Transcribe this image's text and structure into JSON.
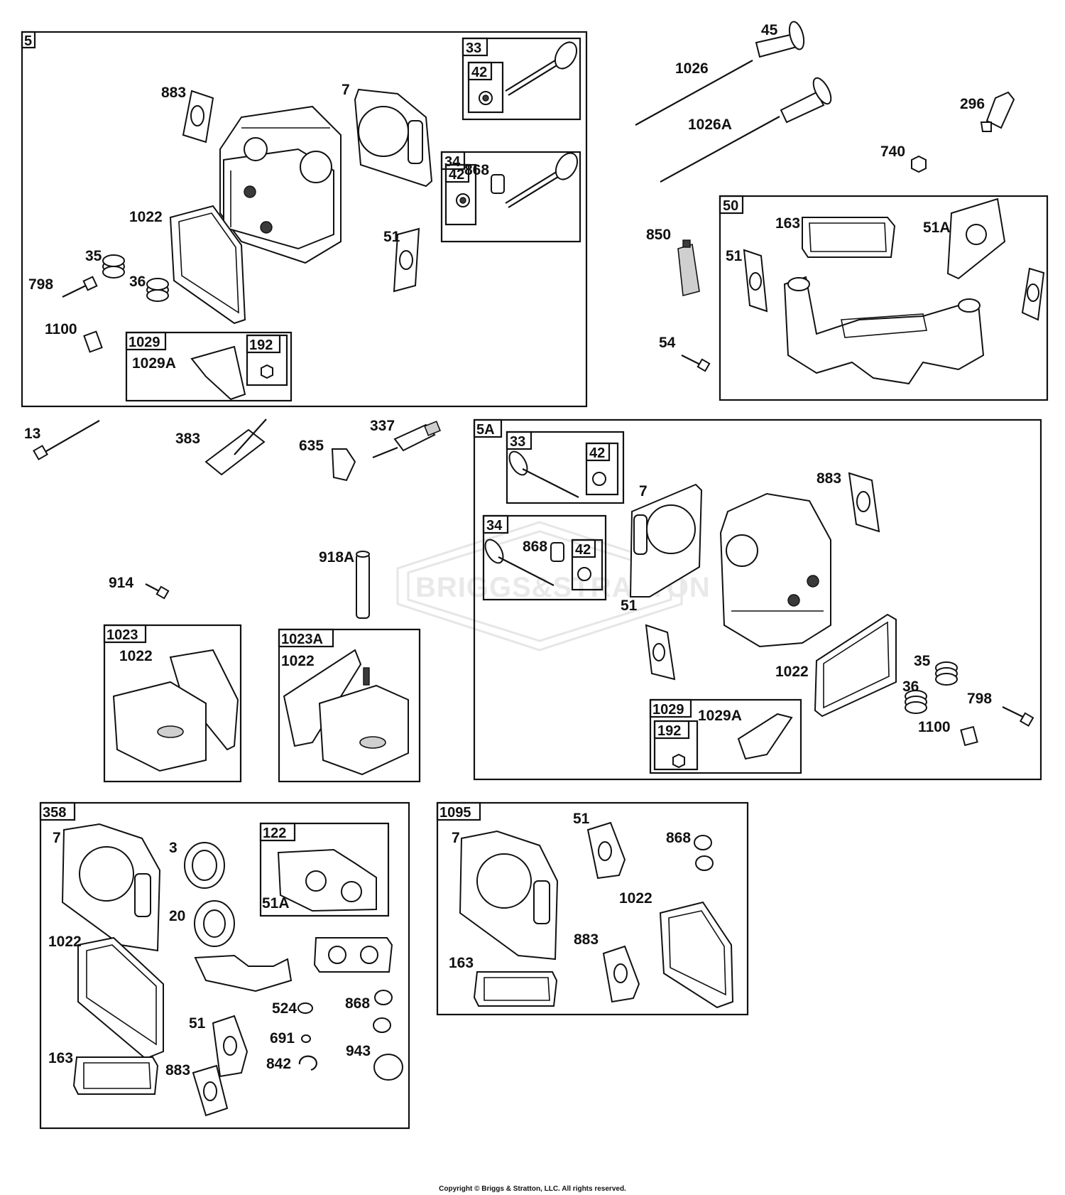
{
  "watermark": {
    "text": "BRIGGS&STRATTON"
  },
  "copyright": "Copyright © Briggs & Stratton, LLC. All rights reserved.",
  "groups": {
    "g5": "5",
    "g33": "33",
    "g42a": "42",
    "g34": "34",
    "g42b": "42",
    "g1029": "1029",
    "g192": "192",
    "g50": "50",
    "g5A": "5A",
    "g33b": "33",
    "g42c": "42",
    "g34b": "34",
    "g42d": "42",
    "g1029b": "1029",
    "g192b": "192",
    "g1023": "1023",
    "g1023A": "1023A",
    "g358": "358",
    "g122": "122",
    "g1095": "1095"
  },
  "labels": {
    "l883a": "883",
    "l7a": "7",
    "l868a": "868",
    "l1022a": "1022",
    "l51a": "51",
    "l35a": "35",
    "l36a": "36",
    "l798a": "798",
    "l1100a": "1100",
    "l1029Aa": "1029A",
    "l45": "45",
    "l1026": "1026",
    "l1026A": "1026A",
    "l296": "296",
    "l740": "740",
    "l850": "850",
    "l163a": "163",
    "l51Aa": "51A",
    "l51b": "51",
    "l54": "54",
    "l13": "13",
    "l383": "383",
    "l635": "635",
    "l337": "337",
    "l914": "914",
    "l918A": "918A",
    "l1022b": "1022",
    "l1022c": "1022",
    "l7b": "7",
    "l883b": "883",
    "l868b": "868",
    "l51c": "51",
    "l1022d": "1022",
    "l35b": "35",
    "l36b": "36",
    "l798b": "798",
    "l1100b": "1100",
    "l1029Ab": "1029A",
    "l7c": "7",
    "l3": "3",
    "l20": "20",
    "l1022e": "1022",
    "l51Ab": "51A",
    "l524": "524",
    "l868c": "868",
    "l51d": "51",
    "l691": "691",
    "l163b": "163",
    "l883c": "883",
    "l842": "842",
    "l943": "943",
    "l7d": "7",
    "l51e": "51",
    "l868d": "868",
    "l1022f": "1022",
    "l883d": "883",
    "l163c": "163"
  }
}
